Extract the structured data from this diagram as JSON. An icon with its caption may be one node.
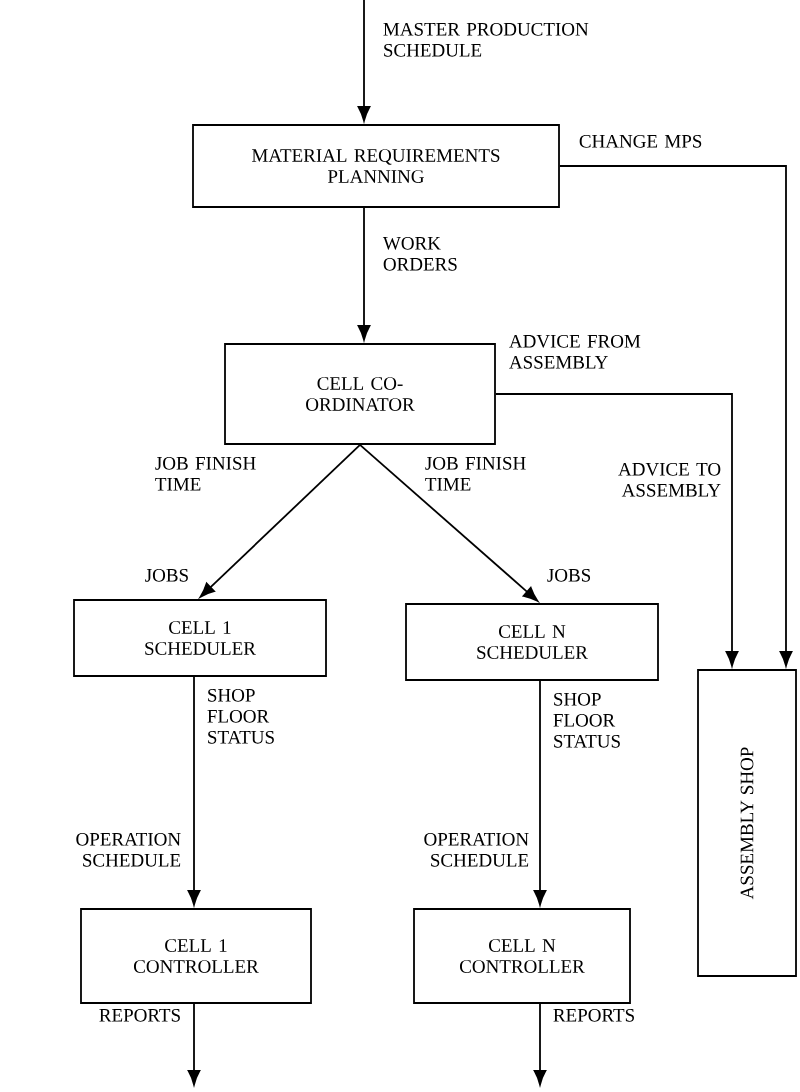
{
  "diagram": {
    "nodes": [
      {
        "text": [
          "MATERIAL REQUIREMENTS PLANNING"
        ]
      },
      {
        "text": [
          "CELL CO-ORDINATOR"
        ]
      },
      {
        "text": [
          "CELL 1 SCHEDULER"
        ]
      },
      {
        "text": [
          "CELL N SCHEDULER"
        ]
      },
      {
        "text": [
          "CELL 1 CONTROLLER"
        ]
      },
      {
        "text": [
          "CELL N CONTROLLER"
        ]
      },
      {
        "text": [
          "ASSEMBLY SHOP"
        ]
      }
    ],
    "edges": [
      {
        "from": null,
        "to": 0,
        "arrow": "to",
        "label": "MASTER PRODUCTION SCHEDULE"
      },
      {
        "from": 0,
        "to": 6,
        "arrow": "to",
        "label": "CHANGE MPS"
      },
      {
        "from": 0,
        "to": 1,
        "arrow": "to",
        "label": "WORK ORDERS"
      },
      {
        "from": 1,
        "to": 6,
        "arrow": "to",
        "label": "ADVICE FROM ASSEMBLY"
      },
      {
        "from": 1,
        "to": 2,
        "arrow": "to",
        "label": "JOB FINISH TIME"
      },
      {
        "from": 1,
        "to": 3,
        "arrow": "to",
        "label": "JOB FINISH TIME"
      },
      {
        "from": 2,
        "to": 4,
        "arrow": "to",
        "label": "SHOP FLOOR STATUS"
      },
      {
        "from": 3,
        "to": 5,
        "arrow": "to",
        "label": "SHOP FLOOR STATUS"
      },
      {
        "from": 4,
        "to": null,
        "arrow": "to",
        "label": "REPORTS"
      },
      {
        "from": 5,
        "to": null,
        "arrow": "to",
        "label": "REPORTS"
      }
    ],
    "labels": [
      "ADVICE TO ASSEMBLY",
      "JOBS",
      "JOBS",
      "OPERATION SCHEDULE",
      "OPERATION SCHEDULE"
    ]
  }
}
